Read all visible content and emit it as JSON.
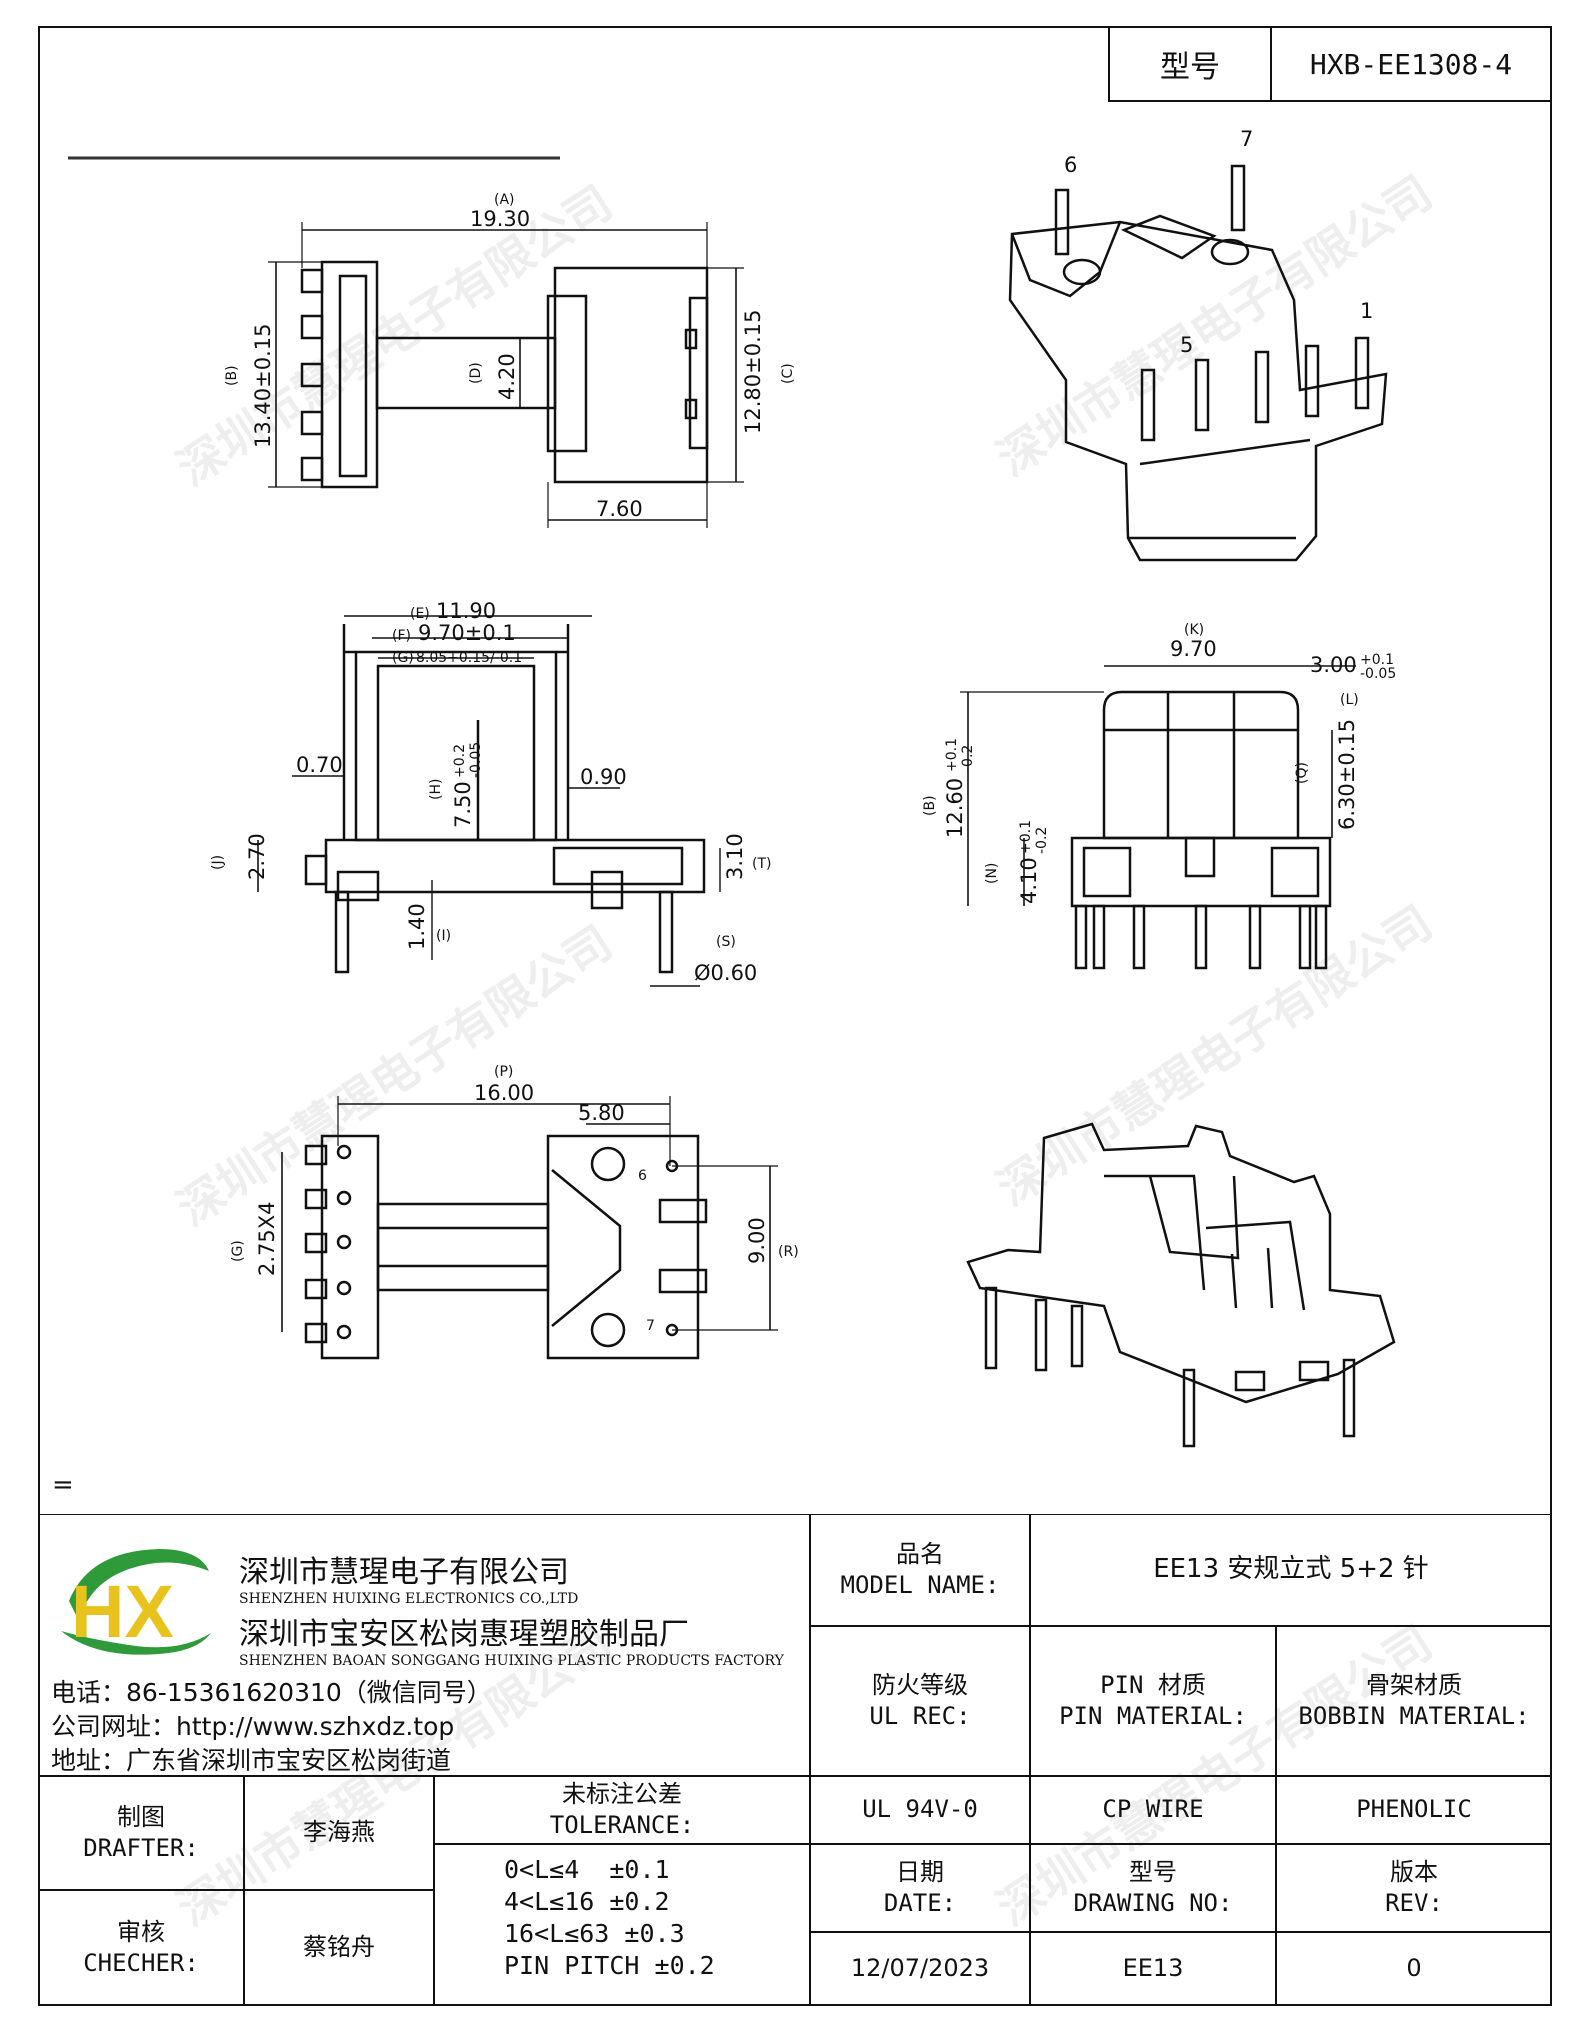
{
  "header": {
    "model_label": "型号",
    "model_value": "HXB-EE1308-4"
  },
  "drawing": {
    "pins_top_iso": [
      "6",
      "7",
      "5",
      "1"
    ],
    "view1": {
      "a_tag": "(A)",
      "a": "19.30",
      "b_tag": "(B)",
      "b": "13.40±0.15",
      "d_tag": "(D)",
      "d": "4.20",
      "c": "12.80±0.15",
      "c_tag": "(C)",
      "w": "7.60"
    },
    "view2": {
      "e_tag": "(E)",
      "e": "11.90",
      "f_tag": "(F)",
      "f": "9.70±0.1",
      "g_tag": "(G)",
      "g": "8.05+0.15/-0.1",
      "left": "0.70",
      "h_tag": "(H)",
      "h": "7.50",
      "h_tol_up": "+0.2",
      "h_tol_dn": "-0.05",
      "right": "0.90",
      "j_tag": "(J)",
      "j": "2.70",
      "i": "1.40",
      "i_tag": "(I)",
      "t": "3.10",
      "t_tag": "(T)",
      "s_tag": "(S)",
      "s": "Ø0.60"
    },
    "view3": {
      "k_tag": "(K)",
      "k": "9.70",
      "l": "3.00",
      "l_tol_up": "+0.1",
      "l_tol_dn": "-0.05",
      "l_tag": "(L)",
      "b_tag": "(B)",
      "b": "12.60",
      "b_tol_up": "+0.1",
      "b_tol_dn": "-0.2",
      "q_tag": "(Q)",
      "q": "6.30±0.15",
      "n_tag": "(N)",
      "n": "4.10",
      "n_tol_up": "+0.1",
      "n_tol_dn": "-0.2"
    },
    "view4": {
      "p_tag": "(P)",
      "p": "16.00",
      "w": "5.80",
      "g_tag": "(G)",
      "g": "2.75X4",
      "r": "9.00",
      "r_tag": "(R)",
      "pin6": "6",
      "pin7": "7"
    }
  },
  "watermark": "深圳市慧瑆电子有限公司",
  "eq_mark": "=",
  "company": {
    "name_cn": "深圳市慧瑆电子有限公司",
    "name_en": "SHENZHEN HUIXING ELECTRONICS CO.,LTD",
    "factory_cn": "深圳市宝安区松岗惠瑆塑胶制品厂",
    "factory_en": "SHENZHEN BAOAN SONGGANG HUIXING PLASTIC PRODUCTS FACTORY",
    "phone": "电话：86-15361620310（微信同号）",
    "web": "公司网址：http://www.szhxdz.top",
    "address": "地址：广东省深圳市宝安区松岗街道",
    "logo_text": "HX",
    "colors": {
      "green": "#2e9a3a",
      "yellow": "#e8c21d"
    }
  },
  "title_block": {
    "model_name_cn": "品名",
    "model_name_en": "MODEL NAME:",
    "model_name_value": "EE13 安规立式 5+2 针",
    "ul_cn": "防火等级",
    "ul_en": "UL REC:",
    "pin_cn": "PIN 材质",
    "pin_en": "PIN MATERIAL:",
    "bobbin_cn": "骨架材质",
    "bobbin_en": "BOBBIN MATERIAL:",
    "drafter_cn": "制图",
    "drafter_en": "DRAFTER:",
    "drafter_name": "李海燕",
    "tol_cn": "未标注公差",
    "tol_en": "TOLERANCE:",
    "ul_value": "UL 94V-0",
    "pin_value": "CP WIRE",
    "bobbin_value": "PHENOLIC",
    "checker_cn": "审核",
    "checker_en": "CHECHER:",
    "checker_name": "蔡铭舟",
    "tol_lines": [
      "0<L≤4  ±0.1",
      "4<L≤16 ±0.2",
      "16<L≤63 ±0.3",
      "PIN PITCH ±0.2"
    ],
    "date_cn": "日期",
    "date_en": "DATE:",
    "date_value": "12/07/2023",
    "drawing_cn": "型号",
    "drawing_en": "DRAWING NO:",
    "drawing_value": "EE13",
    "rev_cn": "版本",
    "rev_en": "REV:",
    "rev_value": "0"
  }
}
